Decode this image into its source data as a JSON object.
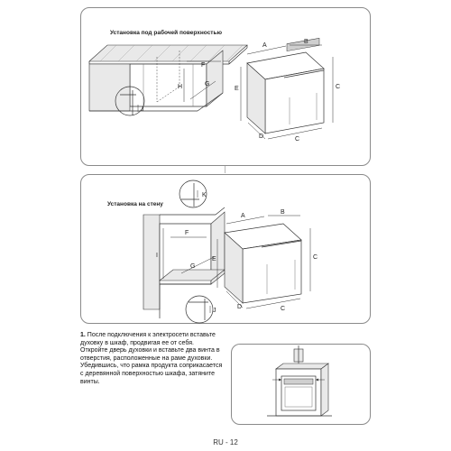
{
  "top_section": {
    "caption": "Установка под рабочей поверхностью",
    "labels": {
      "A": "A",
      "B": "B",
      "C": "C",
      "D": "D",
      "E": "E",
      "F": "F",
      "G": "G",
      "H": "H",
      "J": "J"
    }
  },
  "mid_section": {
    "caption": "Установка на стену",
    "labels": {
      "A": "A",
      "B": "B",
      "C": "C",
      "D": "D",
      "E": "E",
      "F": "F",
      "G": "G",
      "I": "I",
      "J": "J",
      "K": "K"
    }
  },
  "step1": {
    "number": "1.",
    "text": "После подключения к электросети вставьте духовку в шкаф, продвигая ее от себя. Откройте дверь духовки и вставьте два винта в отверстия, расположенные на раме духовки. Убедившись, что рамка продукта соприкасается с деревянной поверхностью шкафа, затяните винты."
  },
  "footer": {
    "page_label": "RU - 12"
  }
}
